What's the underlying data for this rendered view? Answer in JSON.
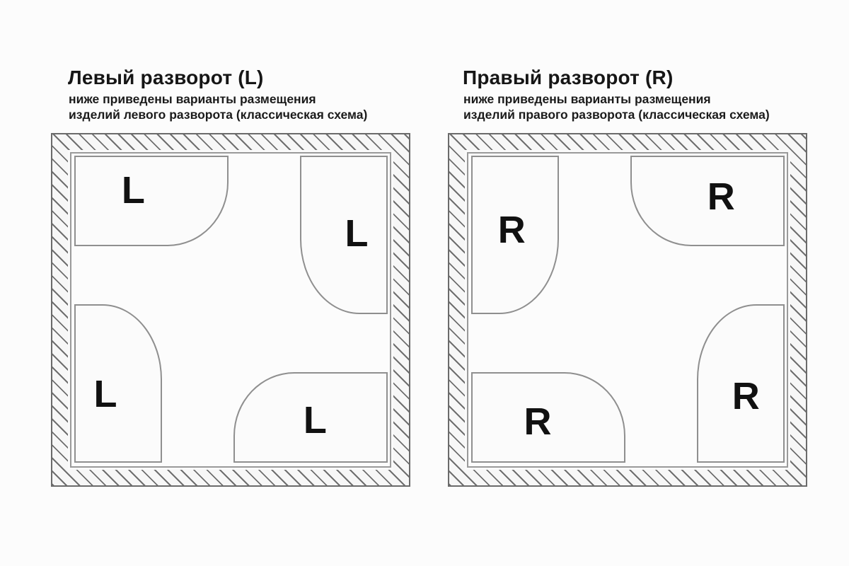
{
  "colors": {
    "background": "#fcfcfc",
    "text": "#161616",
    "wall_outline": "#6b6b6b",
    "wall_hatch_line": "#6f6f6f",
    "interior_outline": "#9a9a9a",
    "tray_outline": "#8f8f8f"
  },
  "panels": [
    {
      "title": "Левый разворот (L)",
      "subtitle_line1": "ниже приведены варианты размещения",
      "subtitle_line2": "изделий левого разворота (классическая схема)",
      "orientation_letter": "L",
      "trays": [
        {
          "label": "L",
          "position": "top-left",
          "shape": "wide",
          "rounded_corner": "bottom-right"
        },
        {
          "label": "L",
          "position": "top-right",
          "shape": "tall",
          "rounded_corner": "bottom-left"
        },
        {
          "label": "L",
          "position": "bottom-left",
          "shape": "tall",
          "rounded_corner": "top-right"
        },
        {
          "label": "L",
          "position": "bottom-right",
          "shape": "wide",
          "rounded_corner": "top-left"
        }
      ]
    },
    {
      "title": "Правый разворот (R)",
      "subtitle_line1": "ниже приведены варианты размещения",
      "subtitle_line2": "изделий правого разворота (классическая схема)",
      "orientation_letter": "R",
      "trays": [
        {
          "label": "R",
          "position": "top-left",
          "shape": "tall",
          "rounded_corner": "bottom-right"
        },
        {
          "label": "R",
          "position": "top-right",
          "shape": "wide",
          "rounded_corner": "bottom-left"
        },
        {
          "label": "R",
          "position": "bottom-left",
          "shape": "wide",
          "rounded_corner": "top-right"
        },
        {
          "label": "R",
          "position": "bottom-right",
          "shape": "tall",
          "rounded_corner": "top-left"
        }
      ]
    }
  ]
}
